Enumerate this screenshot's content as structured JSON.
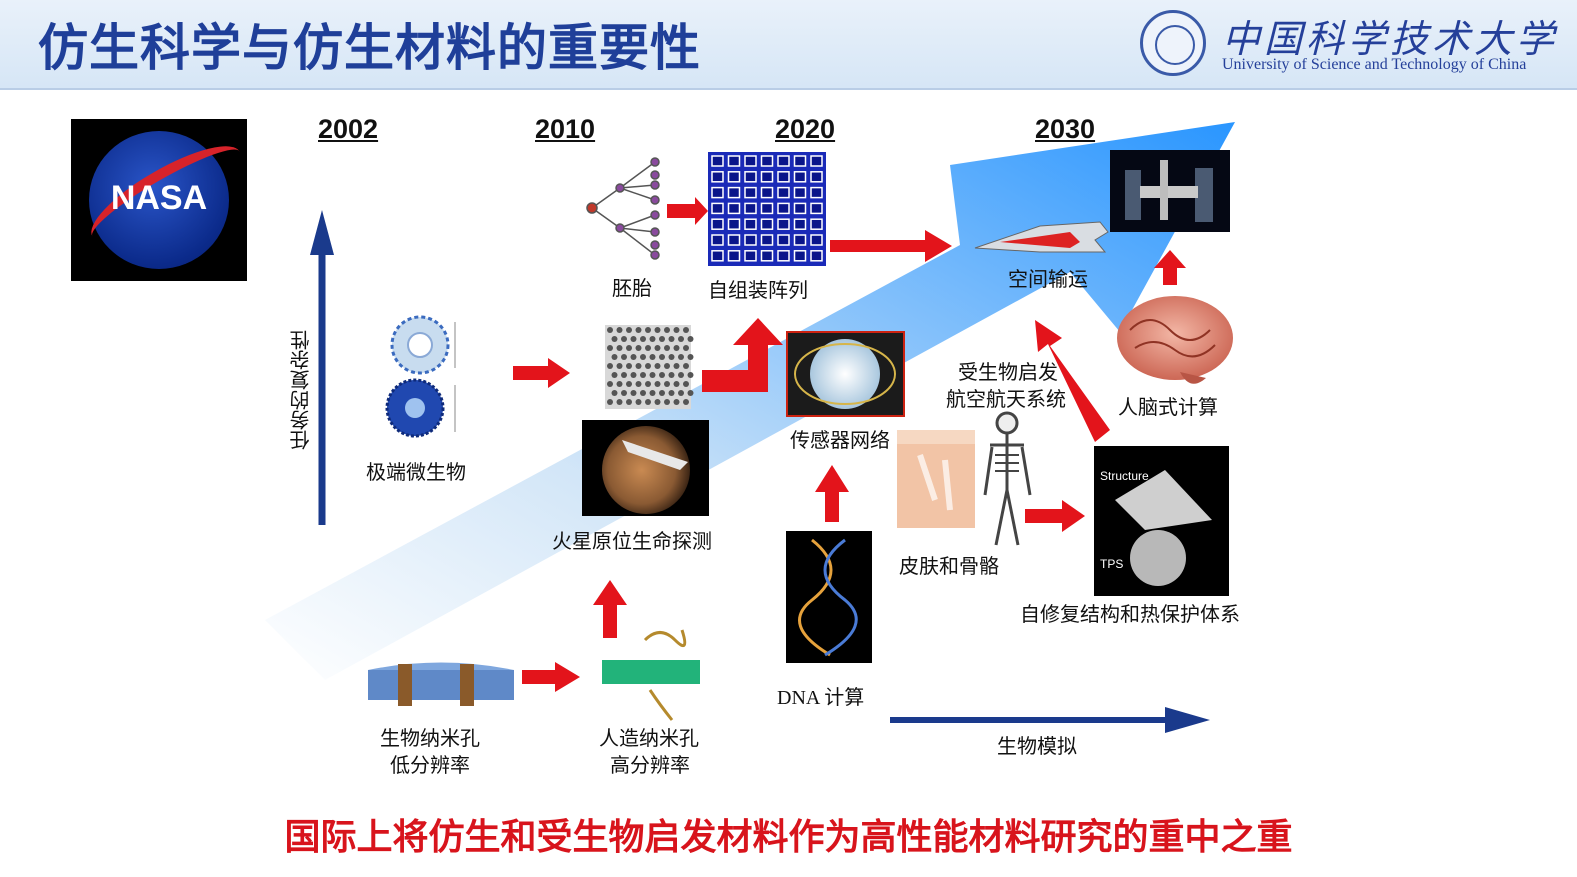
{
  "header": {
    "title": "仿生科学与仿生材料的重要性",
    "university_cn": "中国科学技术大学",
    "university_en": "University of Science and Technology of China"
  },
  "logo": {
    "nasa": "NASA"
  },
  "years": [
    "2002",
    "2010",
    "2020",
    "2030"
  ],
  "axis": {
    "vertical_label": "任务的复杂性",
    "horizontal_label": "生物模拟"
  },
  "nodes": {
    "embryo": "胚胎",
    "self_assembly": "自组装阵列",
    "space_transport": "空间输运",
    "extremophiles": "极端微生物",
    "sensor_network": "传感器网络",
    "bio_aerospace_line1": "受生物启发",
    "bio_aerospace_line2": "航空航天系统",
    "brain_computing": "人脑式计算",
    "mars_detection": "火星原位生命探测",
    "skin_bone": "皮肤和骨骼",
    "self_repair": "自修复结构和热保护体系",
    "structure_tag": "Structure",
    "tps_tag": "TPS",
    "dna_computing": "DNA 计算",
    "bio_nanopore_line1": "生物纳米孔",
    "bio_nanopore_line2": "低分辨率",
    "artificial_nanopore_line1": "人造纳米孔",
    "artificial_nanopore_line2": "高分辨率"
  },
  "colors": {
    "title_blue": "#1f3f99",
    "red_arrow": "#e3141b",
    "navy_arrow": "#1a3a8c",
    "big_arrow": "#5aa8e8",
    "note_red": "#d8141c"
  },
  "bottom_note": "国际上将仿生和受生物启发材料作为高性能材料研究的重中之重"
}
